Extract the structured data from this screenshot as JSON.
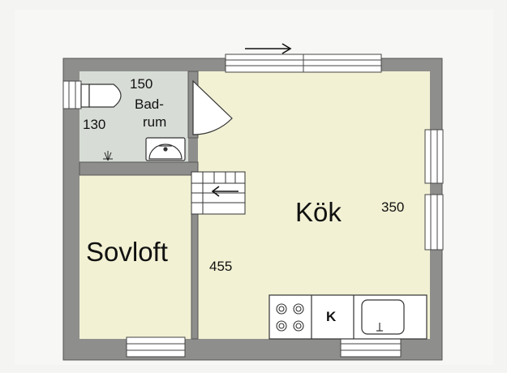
{
  "plan": {
    "rooms": {
      "kitchen": "Kök",
      "sleeping_loft": "Sovloft",
      "bathroom_line1": "Bad-",
      "bathroom_line2": "rum"
    },
    "dimensions": {
      "bath_width": "150",
      "bath_depth": "130",
      "kitchen_depth": "350",
      "kitchen_width": "455"
    },
    "appliances": {
      "fridge": "K"
    },
    "colors": {
      "wall": "#8e8e8c",
      "floor": "#f2f1d4",
      "bathroom_floor": "#d7ddd6",
      "line": "#2a2a2a",
      "background": "#f4f4f2"
    }
  }
}
